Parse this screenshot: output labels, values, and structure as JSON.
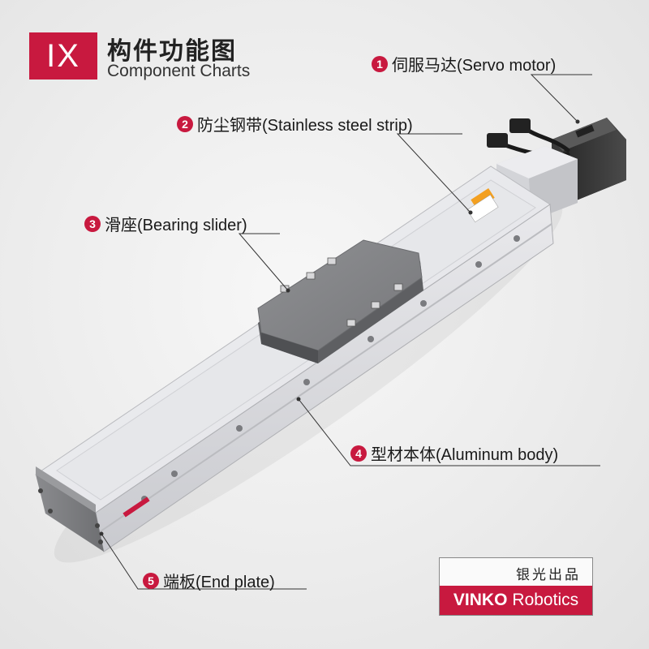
{
  "header": {
    "badge": "IX",
    "title_cn": "构件功能图",
    "title_en": "Component Charts"
  },
  "components": [
    {
      "number": "1",
      "text": "伺服马达(Servo motor)"
    },
    {
      "number": "2",
      "text": "防尘钢带(Stainless steel strip)"
    },
    {
      "number": "3",
      "text": "滑座(Bearing slider)"
    },
    {
      "number": "4",
      "text": "型材本体(Aluminum body)"
    },
    {
      "number": "5",
      "text": "端板(End plate)"
    }
  ],
  "brand": {
    "cn": "银光出品",
    "name_bold": "VINKO",
    "name_rest": "Robotics",
    "accent_color": "#c8193f"
  }
}
